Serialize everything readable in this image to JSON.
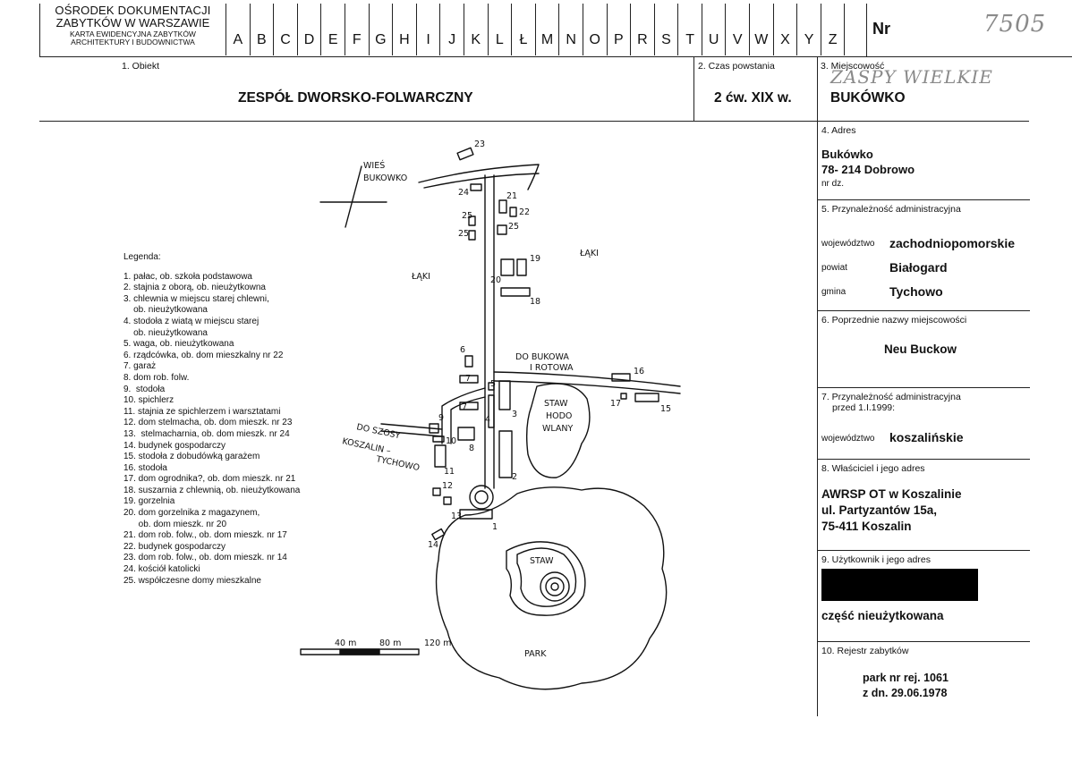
{
  "header": {
    "institution_lines": [
      "OŚRODEK DOKUMENTACJI",
      "ZABYTKÓW W WARSZAWIE",
      "KARTA EWIDENCYJNA ZABYTKÓW",
      "ARCHITEKTURY I BUDOWNICTWA"
    ],
    "letters": [
      "A",
      "B",
      "C",
      "D",
      "E",
      "F",
      "G",
      "H",
      "I",
      "J",
      "K",
      "L",
      "Ł",
      "M",
      "N",
      "O",
      "P",
      "R",
      "S",
      "T",
      "U",
      "V",
      "W",
      "X",
      "Y",
      "Z"
    ],
    "nr_label": "Nr",
    "handwritten_number": "7505"
  },
  "object": {
    "label": "1. Obiekt",
    "value": "ZESPÓŁ DWORSKO-FOLWARCZNY"
  },
  "period": {
    "label": "2. Czas powstania",
    "value": "2 ćw. XIX w."
  },
  "locality": {
    "label": "3. Miejscowość",
    "handwritten": "ZASPY WIELKIE",
    "value": "BUKÓWKO"
  },
  "address": {
    "label": "4. Adres",
    "line1": "Bukówko",
    "line2": "78- 214 Dobrowo",
    "line3": "nr dz."
  },
  "admin": {
    "label": "5. Przynależność administracyjna",
    "rows": [
      {
        "k": "województwo",
        "v": "zachodniopomorskie"
      },
      {
        "k": "powiat",
        "v": "Białogard"
      },
      {
        "k": "gmina",
        "v": "Tychowo"
      }
    ]
  },
  "former_names": {
    "label": "6. Poprzednie nazwy miejscowości",
    "value": "Neu Buckow"
  },
  "admin_before": {
    "label": "7. Przynależność administracyjna",
    "sublabel": "przed  1.I.1999:",
    "k": "województwo",
    "v": "koszalińskie"
  },
  "owner": {
    "label": "8. Właściciel i jego adres",
    "line1": "AWRSP OT w Koszalinie",
    "line2": "ul. Partyzantów 15a,",
    "line3": "75-411 Koszalin"
  },
  "user": {
    "label": "9. Użytkownik i jego adres",
    "value": "część nieużytkowana"
  },
  "register": {
    "label": "10. Rejestr zabytków",
    "line1": "park nr rej. 1061",
    "line2": "z dn. 29.06.1978"
  },
  "legend": {
    "title": "Legenda:",
    "items": [
      "1. pałac, ob. szkoła podstawowa",
      "2. stajnia z oborą, ob. nieużytkowna",
      "3. chlewnia w miejscu starej chlewni,",
      "    ob. nieużytkowana",
      "4. stodoła z wiatą w miejscu starej",
      "    ob. nieużytkowana",
      "5. waga, ob. nieużytkowana",
      "6. rządcówka, ob. dom mieszkalny nr 22",
      "7. garaż",
      "8. dom rob. folw.",
      "9.  stodoła",
      "10. spichlerz",
      "11. stajnia ze spichlerzem i warsztatami",
      "12. dom stelmacha, ob. dom mieszk. nr 23",
      "13.  stelmacharnia, ob. dom mieszk. nr 24",
      "14. budynek gospodarczy",
      "15. stodoła z dobudówką garażem",
      "16. stodoła",
      "17. dom ogrodnika?, ob. dom mieszk. nr 21",
      "18. suszarnia z chlewnią, ob. nieużytkowana",
      "19. gorzelnia",
      "20. dom gorzelnika z magazynem,",
      "      ob. dom mieszk. nr 20",
      "21. dom rob. folw., ob. dom mieszk. nr 17",
      "22. budynek gospodarczy",
      "23. dom rob. folw., ob. dom mieszk. nr 14",
      "24. kościół katolicki",
      "25. współczesne domy mieszkalne"
    ]
  },
  "map": {
    "village_label_1": "WIEŚ",
    "village_label_2": "BUKOWKO",
    "meadow_left": "ŁĄKI",
    "meadow_right": "ŁĄKI",
    "road_east_1": "DO BUKOWA",
    "road_east_2": "I ROTOWA",
    "pond_1": "STAW",
    "pond_2": "HODO",
    "pond_3": "WLANY",
    "road_west_1": "DO SZOSY",
    "road_west_2": "KOSZALIN –",
    "road_west_3": "TYCHOWO",
    "park_pond": "STAW",
    "park": "PARK",
    "scale_1": "40 m",
    "scale_2": "80 m",
    "scale_3": "120 m",
    "nums": [
      "23",
      "24",
      "21",
      "22",
      "25",
      "25",
      "25",
      "19",
      "20",
      "18",
      "6",
      "7",
      "5",
      "3",
      "4",
      "7",
      "8",
      "9",
      "10",
      "11",
      "2",
      "12",
      "13",
      "1",
      "14",
      "16",
      "17",
      "15"
    ]
  }
}
